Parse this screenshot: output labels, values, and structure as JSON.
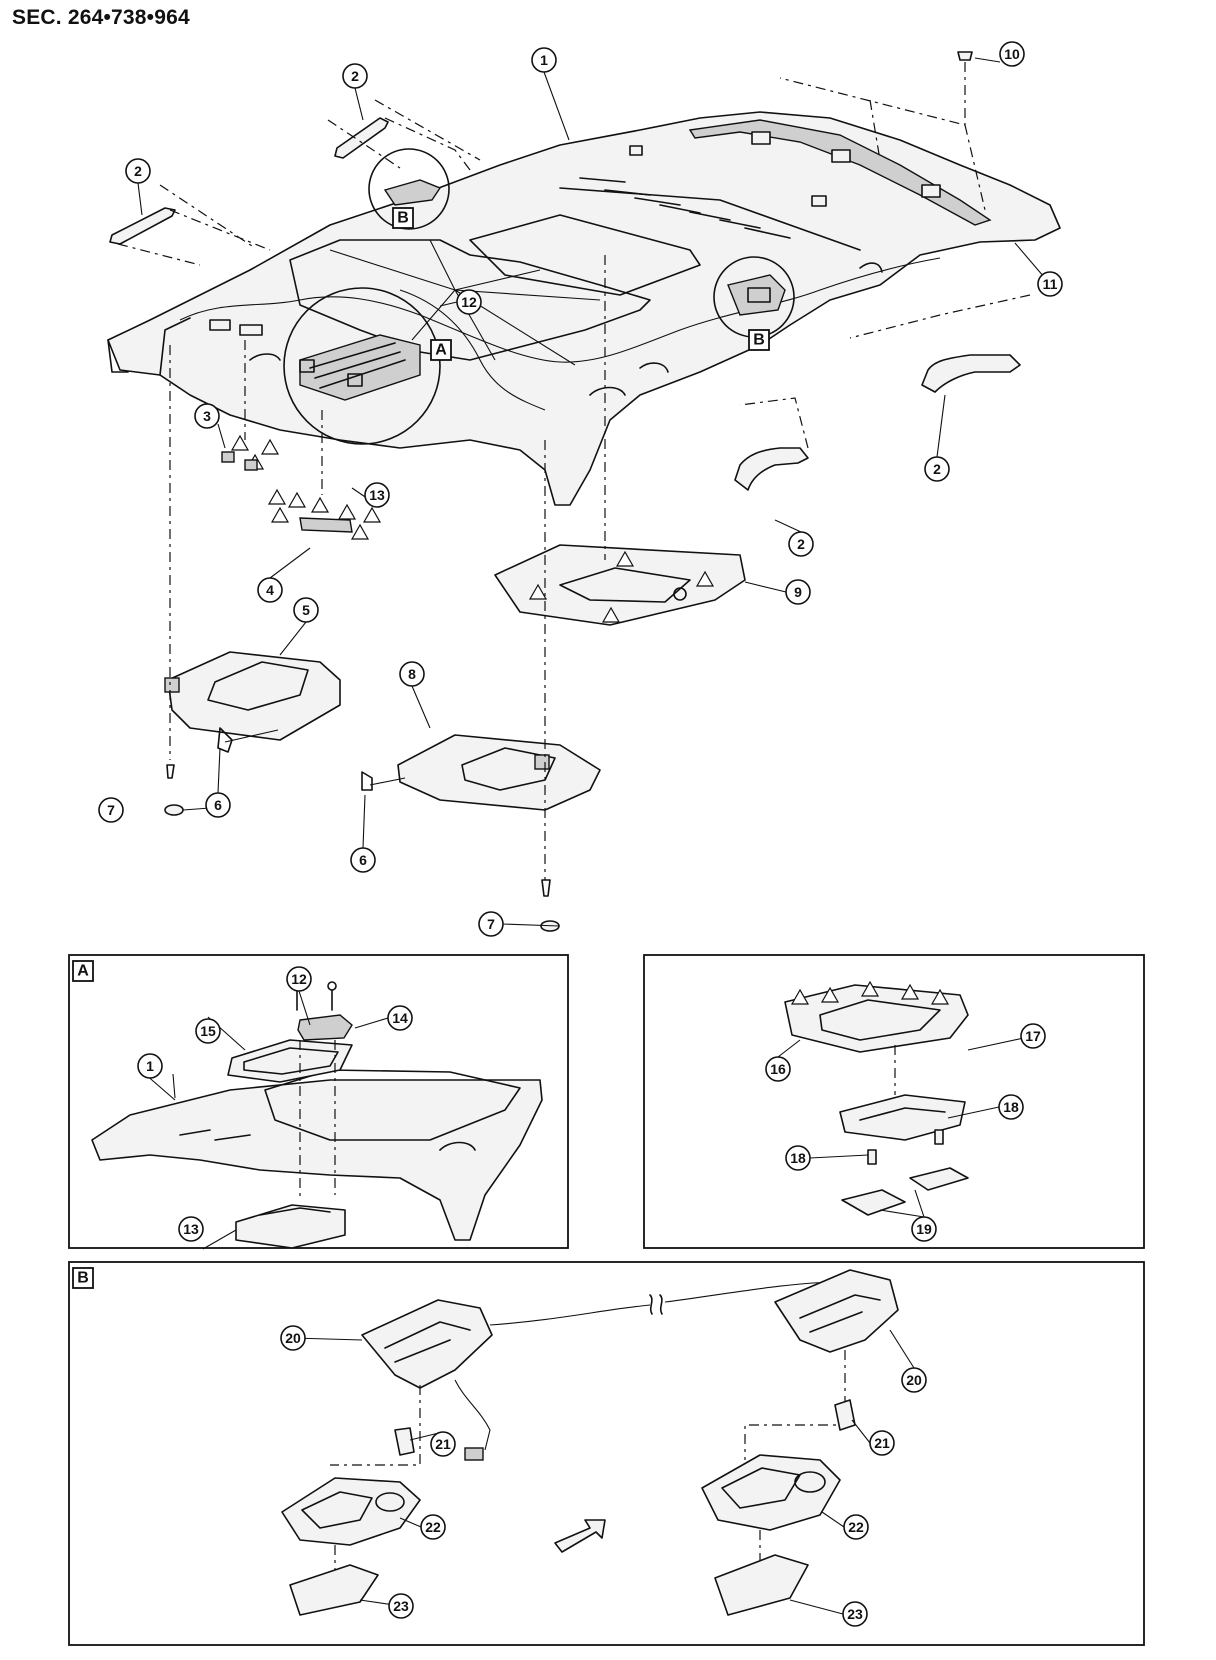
{
  "section_code": "SEC. 264•738•964",
  "detail_labels": {
    "a": "A",
    "b": "B"
  },
  "callouts": {
    "headliner": "1",
    "assist_grip": "2",
    "clip_3": "3",
    "clip_4": "4",
    "sun_visor_left": "5",
    "visor_holder": "6",
    "cap": "7",
    "sun_visor_right": "8",
    "console_panel": "9",
    "clip_10": "10",
    "weatherstrip": "11",
    "screw": "12",
    "overhead_unit": "13",
    "bracket_14": "14",
    "frame_15": "15",
    "map_lamp_bezel": "16",
    "map_lamp_housing": "17",
    "bulb_18": "18",
    "lens_19": "19",
    "rear_lamp_housing": "20",
    "bulb_21": "21",
    "lamp_bezel_22": "22",
    "lamp_lens_23": "23"
  }
}
